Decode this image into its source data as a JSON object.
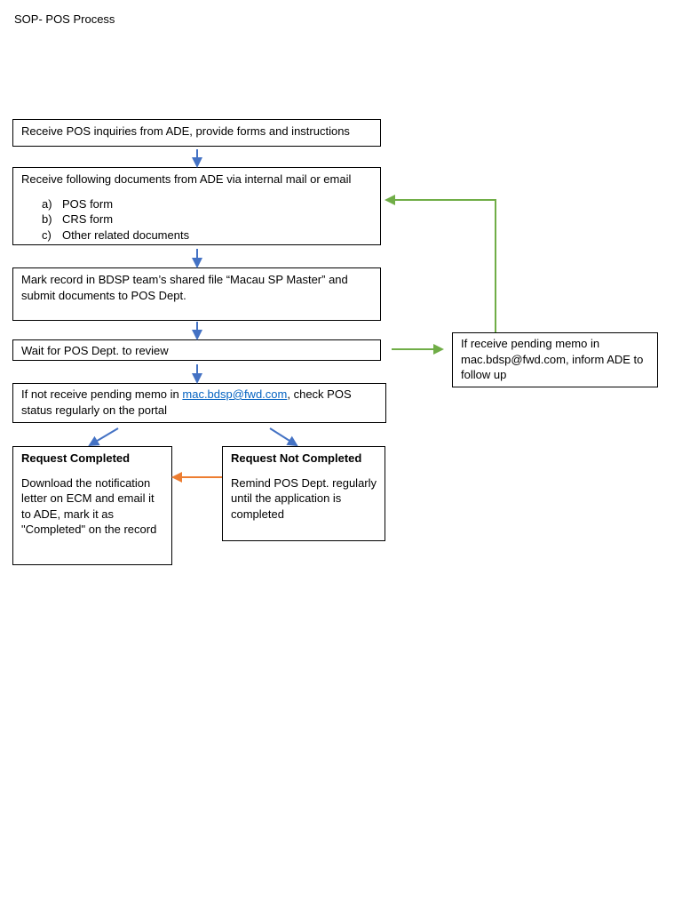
{
  "document": {
    "title": "SOP- POS Process"
  },
  "steps": {
    "receive_inquiries": "Receive POS inquiries from ADE, provide forms and instructions",
    "receive_documents": {
      "text": "Receive following documents from ADE via internal mail or email",
      "items": [
        {
          "marker": "a)",
          "text": "POS form"
        },
        {
          "marker": "b)",
          "text": "CRS form"
        },
        {
          "marker": "c)",
          "text": "Other related documents"
        }
      ]
    },
    "mark_record": "Mark record in BDSP team’s shared file “Macau SP Master” and submit documents to POS Dept.",
    "wait_review": "Wait for POS Dept. to review",
    "pending_memo": "If receive pending memo in mac.bdsp@fwd.com, inform ADE to follow up",
    "no_pending_memo": {
      "before": "If not receive pending memo in ",
      "email": "mac.bdsp@fwd.com",
      "after": ", check POS status regularly on the portal"
    },
    "request_completed": {
      "heading": "Request Completed",
      "body": "Download the notification letter on ECM and email it to ADE, mark it as \"Completed\" on the record"
    },
    "request_not_completed": {
      "heading": "Request Not Completed",
      "body": "Remind POS Dept. regularly until the application is completed"
    }
  },
  "colors": {
    "arrow_flow": "#4472c4",
    "arrow_pending": "#70ad47",
    "arrow_remind": "#ed7d31",
    "link": "#0563c1"
  }
}
